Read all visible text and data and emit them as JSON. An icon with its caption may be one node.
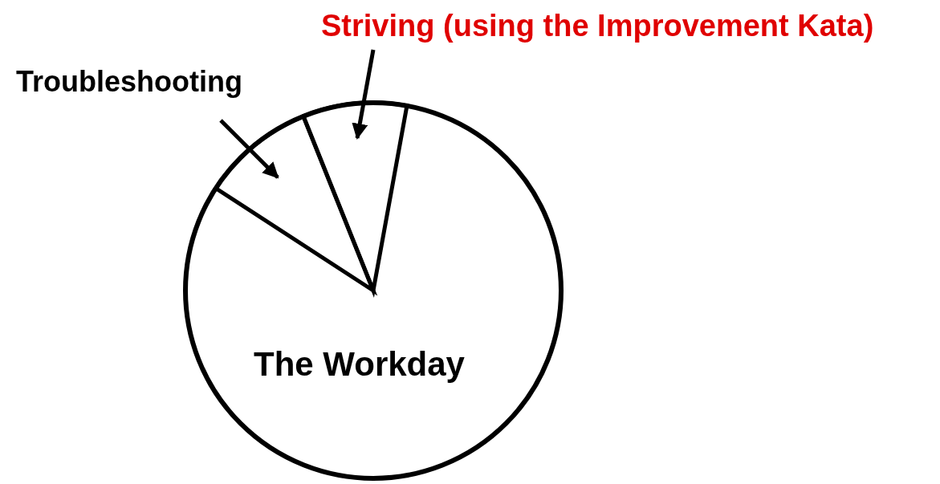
{
  "diagram": {
    "nodes": [
      {
        "text": [
          "Striving (using the Improvement Kata)"
        ]
      },
      {
        "text": [
          "Troubleshooting"
        ]
      },
      {
        "text": [
          "The Workday"
        ]
      },
      {
        "text": [],
        "shape": "wedge",
        "in": 2
      },
      {
        "text": [],
        "shape": "wedge",
        "in": 2
      }
    ],
    "edges": [
      {
        "from": 0,
        "to": 4,
        "arrow": "to"
      },
      {
        "from": 1,
        "to": 3,
        "arrow": "to"
      }
    ]
  }
}
